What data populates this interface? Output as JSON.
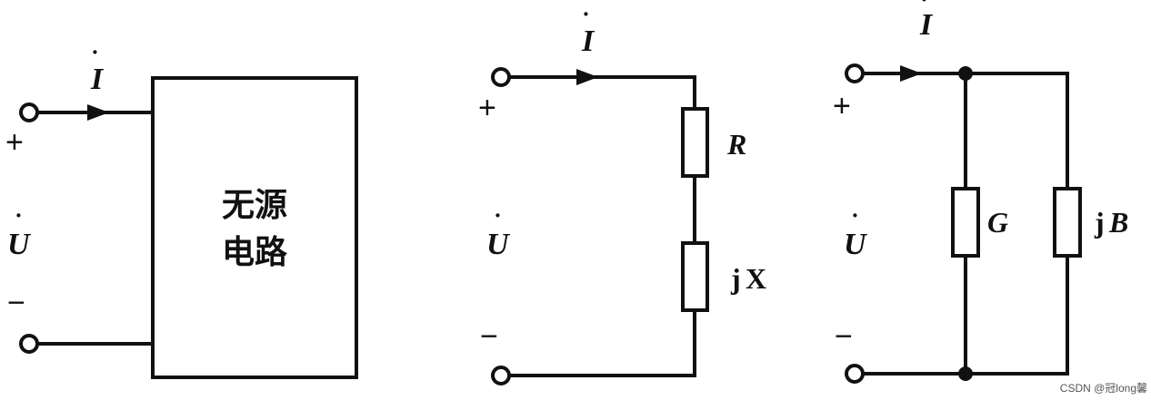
{
  "left": {
    "current": "I",
    "plus": "+",
    "voltage": "U",
    "minus": "−",
    "box_line1": "无源",
    "box_line2": "电路"
  },
  "middle": {
    "current": "I",
    "plus": "+",
    "voltage": "U",
    "minus": "−",
    "r_label": "R",
    "x_prefix": "j",
    "x_label": "X"
  },
  "right": {
    "current": "I",
    "plus": "+",
    "voltage": "U",
    "minus": "−",
    "g_label": "G",
    "b_prefix": "j",
    "b_label": "B"
  },
  "watermark": "CSDN @冠long馨"
}
